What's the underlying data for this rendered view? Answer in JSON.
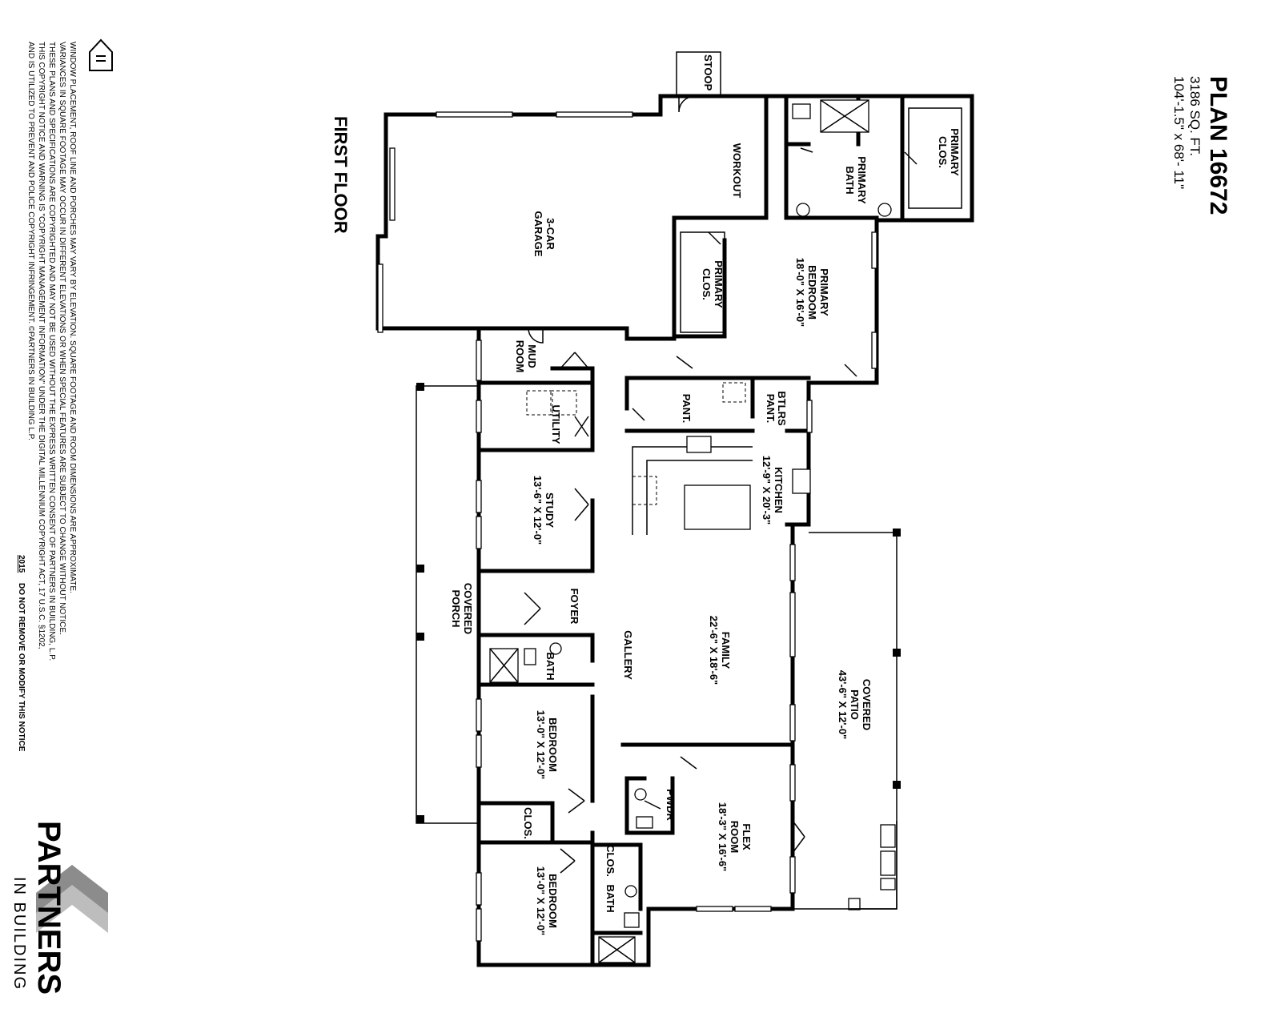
{
  "header": {
    "plan_title": "PLAN 16672",
    "square_feet": "3186 SQ. FT.",
    "overall_dimensions": "104'-1.5\" x 68'- 11\""
  },
  "floor_label": "FIRST FLOOR",
  "rooms": {
    "garage_line1": "3-CAR",
    "garage_line2": "GARAGE",
    "stoop": "STOOP",
    "workout": "WORKOUT",
    "primary_closet_upper_line1": "PRIMARY",
    "primary_closet_upper_line2": "CLOS.",
    "primary_bath_line1": "PRIMARY",
    "primary_bath_line2": "BATH",
    "primary_bedroom_line1": "PRIMARY",
    "primary_bedroom_line2": "BEDROOM",
    "primary_bedroom_dims": "18'-0\" X 16'-0\"",
    "primary_closet_lower_line1": "PRIMARY",
    "primary_closet_lower_line2": "CLOS.",
    "mud_room_line1": "MUD",
    "mud_room_line2": "ROOM",
    "utility": "UTILITY",
    "pantry": "PANT.",
    "butlers_pantry_line1": "BTLRS",
    "butlers_pantry_line2": "PANT.",
    "kitchen": "KITCHEN",
    "kitchen_dims": "12'-9\" X 20'-3\"",
    "study": "STUDY",
    "study_dims": "13'-6\" X 12'-0\"",
    "foyer": "FOYER",
    "covered_porch_line1": "COVERED",
    "covered_porch_line2": "PORCH",
    "family": "FAMILY",
    "family_dims": "22'-6\" X 18'-6\"",
    "gallery": "GALLERY",
    "covered_patio_line1": "COVERED",
    "covered_patio_line2": "PATIO",
    "covered_patio_dims": "43'-6\" X 12'-0\"",
    "bath_front": "BATH",
    "bedroom_2": "BEDROOM",
    "bedroom_2_dims": "13'-0\" X 12'-0\"",
    "closet_bed2": "CLOS.",
    "powder": "PWDR",
    "flex_line1": "FLEX",
    "flex_line2": "ROOM",
    "flex_dims": "18'-3\" X 16'-6\"",
    "closet_bed3": "CLOS.",
    "bath_bed3": "BATH",
    "bedroom_3": "BEDROOM",
    "bedroom_3_dims": "13'-0\" X 12'-0\""
  },
  "notice": {
    "line1": "WINDOW PLACEMENT, ROOF LINE AND PORCHES MAY VARY BY ELEVATION.  SQUARE FOOTAGE AND ROOM DIMENSIONS ARE APPROXIMATE.",
    "line2": "VARIANCES IN SQUARE FOOTAGE MAY OCCUR IN DIFFERENT ELEVATIONS OR WHEN SPECIAL FEATURES ARE SUBJECT TO CHANGE WITHOUT NOTICE.",
    "line3": "THESE PLANS AND SPECIFICATIONS ARE COPYRIGHTED AND MAY NOT BE USED WITHOUT THE EXPRESS WRITTEN CONSENT OF PARTNERS IN BUILDING, L.P.",
    "line4": "THIS COPYRIGHT NOTICE AND WARNING IS \"COPYRIGHT MANAGEMENT INFORMATION\" UNDER THE DIGITAL MILLENNIUM COPYRIGHT ACT, 17 U.S.C.     §1202,",
    "line5": "AND IS UTILIZED TO PREVENT AND POLICE COPYRIGHT INFRINGEMENT.  ©PARTNERS IN BUILDING L.P.",
    "year": "2015",
    "warning": "DO NOT REMOVE OR MODIFY THIS NOTICE"
  },
  "logo": {
    "name": "PARTNERS",
    "tagline": "IN BUILDING",
    "icon": "equal-housing-icon",
    "brand_gray": "#8c8c8c"
  }
}
